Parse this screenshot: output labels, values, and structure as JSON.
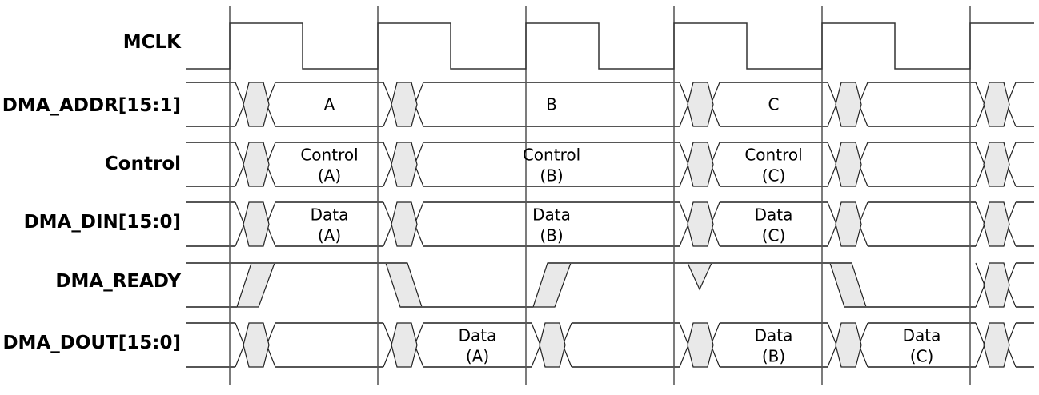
{
  "diagram_type": "digital-timing-diagram",
  "colors": {
    "background": "#ffffff",
    "gridline": "#454545",
    "rail": "#565656",
    "transition_outline": "#222222",
    "uncertainty_fill": "#e9e9e9",
    "text": "#000000"
  },
  "clock_edge_count": 6,
  "signals": [
    {
      "name": "MCLK",
      "type": "clock"
    },
    {
      "name": "DMA_ADDR[15:1]",
      "type": "bus",
      "segments": [
        {
          "span": [
            -1,
            0
          ],
          "lines": []
        },
        {
          "span": [
            0,
            1
          ],
          "lines": [
            "A"
          ]
        },
        {
          "span": [
            1,
            3
          ],
          "lines": [
            "B"
          ]
        },
        {
          "span": [
            3,
            4
          ],
          "lines": [
            "C"
          ]
        },
        {
          "span": [
            4,
            5
          ],
          "lines": []
        },
        {
          "span": [
            5,
            6
          ],
          "lines": []
        }
      ]
    },
    {
      "name": "Control",
      "type": "bus",
      "segments": [
        {
          "span": [
            -1,
            0
          ],
          "lines": []
        },
        {
          "span": [
            0,
            1
          ],
          "lines": [
            "Control",
            "(A)"
          ]
        },
        {
          "span": [
            1,
            3
          ],
          "lines": [
            "Control",
            "(B)"
          ]
        },
        {
          "span": [
            3,
            4
          ],
          "lines": [
            "Control",
            "(C)"
          ]
        },
        {
          "span": [
            4,
            5
          ],
          "lines": []
        },
        {
          "span": [
            5,
            6
          ],
          "lines": []
        }
      ]
    },
    {
      "name": "DMA_DIN[15:0]",
      "type": "bus",
      "segments": [
        {
          "span": [
            -1,
            0
          ],
          "lines": []
        },
        {
          "span": [
            0,
            1
          ],
          "lines": [
            "Data",
            "(A)"
          ]
        },
        {
          "span": [
            1,
            3
          ],
          "lines": [
            "Data",
            "(B)"
          ]
        },
        {
          "span": [
            3,
            4
          ],
          "lines": [
            "Data",
            "(C)"
          ]
        },
        {
          "span": [
            4,
            5
          ],
          "lines": []
        },
        {
          "span": [
            5,
            6
          ],
          "lines": []
        }
      ]
    },
    {
      "name": "DMA_READY",
      "type": "wire",
      "initial": "unknown",
      "events": [
        {
          "edge": 0,
          "kind": "rise"
        },
        {
          "edge": 1,
          "kind": "fall"
        },
        {
          "edge": 2,
          "kind": "rise"
        },
        {
          "edge": 3,
          "kind": "glitch"
        },
        {
          "edge": 4,
          "kind": "fall"
        },
        {
          "edge": 5,
          "kind": "unknown"
        }
      ]
    },
    {
      "name": "DMA_DOUT[15:0]",
      "type": "bus",
      "segments": [
        {
          "span": [
            -1,
            0
          ],
          "lines": []
        },
        {
          "span": [
            0,
            1
          ],
          "lines": []
        },
        {
          "span": [
            1,
            2
          ],
          "lines": [
            "Data",
            "(A)"
          ]
        },
        {
          "span": [
            2,
            3
          ],
          "lines": []
        },
        {
          "span": [
            3,
            4
          ],
          "lines": [
            "Data",
            "(B)"
          ]
        },
        {
          "span": [
            4,
            5
          ],
          "lines": [
            "Data",
            "(C)"
          ]
        },
        {
          "span": [
            5,
            6
          ],
          "lines": []
        }
      ]
    }
  ]
}
